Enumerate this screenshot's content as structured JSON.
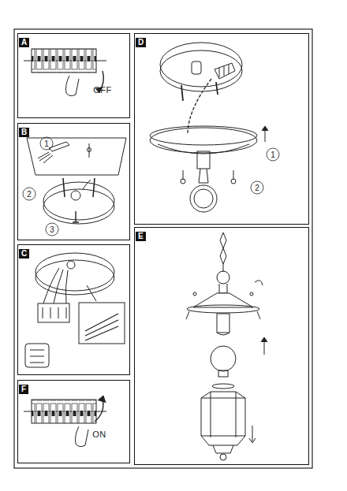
{
  "diagram": {
    "nodes": [
      {
        "text": [
          "A"
        ]
      },
      {
        "text": [
          "B"
        ]
      },
      {
        "text": [
          "C"
        ]
      },
      {
        "text": [
          "F"
        ]
      },
      {
        "text": [
          "D"
        ]
      },
      {
        "text": [
          "E"
        ]
      }
    ],
    "labels": [
      "OFF",
      "1",
      "2",
      "3",
      "1",
      "2",
      "ON"
    ]
  }
}
